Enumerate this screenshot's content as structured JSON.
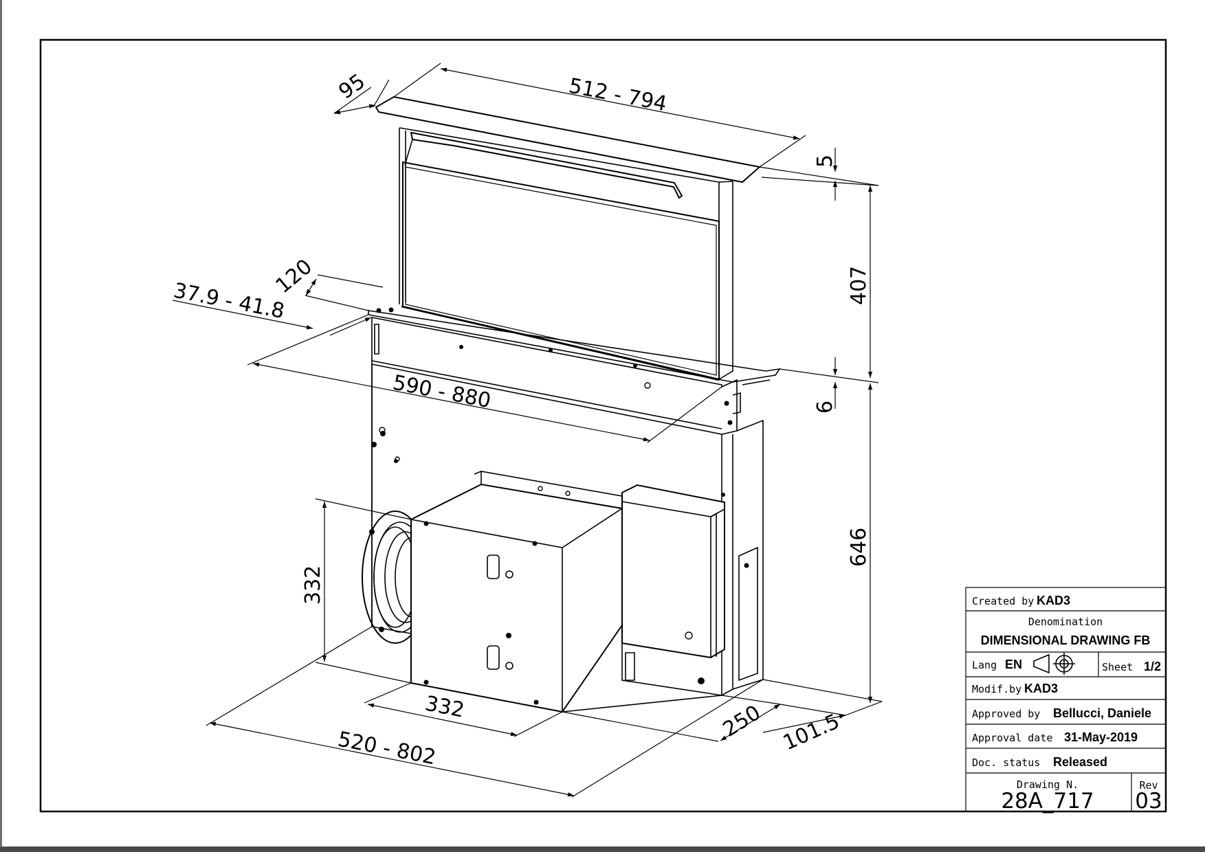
{
  "dimensions": {
    "top_depth": "95",
    "top_width": "512 - 794",
    "top_thickness": "5",
    "rise_height": "407",
    "lip_height": "6",
    "body_height": "646",
    "worktop_depth": "120",
    "worktop_thickness": "37.9 - 41.8",
    "cutout_width": "590 - 880",
    "motor_height": "332",
    "motor_width": "332",
    "base_width": "520 - 802",
    "base_depth": "250",
    "rear_offset": "101.5"
  },
  "title_block": {
    "created_by_label": "Created by",
    "created_by_value": "KAD3",
    "denomination_label": "Denomination",
    "denomination_value": "DIMENSIONAL DRAWING FB",
    "lang_label": "Lang",
    "lang_value": "EN",
    "projection_icon": "first-angle-projection-icon",
    "sheet_label": "Sheet",
    "sheet_value": "1/2",
    "modif_label": "Modif.by",
    "modif_value": "KAD3",
    "approved_label": "Approved by",
    "approved_value": "Bellucci, Daniele",
    "approval_date_label": "Approval date",
    "approval_date_value": "31-May-2019",
    "status_label": "Doc. status",
    "status_value": "Released",
    "drawing_no_label": "Drawing N.",
    "drawing_no_value": "28A_717",
    "rev_label": "Rev",
    "rev_value": "03"
  }
}
